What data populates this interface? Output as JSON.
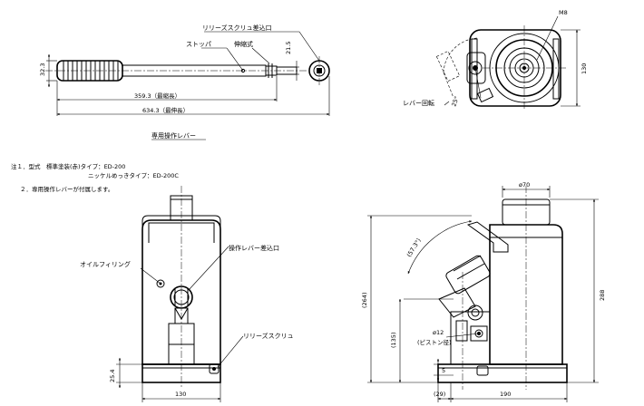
{
  "lever_view": {
    "release_screw_port": "リリーズスクリュ差込口",
    "stopper": "ストッパ",
    "telescopic": "伸縮式",
    "dim_diameter": "32.3",
    "dim_width": "21.5",
    "dim_shortest": "359.3（最縮長）",
    "dim_longest": "634.3（最伸長）",
    "caption": "専用操作レバー"
  },
  "notes": {
    "line1": "注１．型式　標準塗装(赤)タイプ：ED-200",
    "line2": "ニッケルめっきタイプ：ED-200C",
    "line3": "２．専用操作レバーが付属します。"
  },
  "top_view": {
    "thread": "M8",
    "dim_height": "130",
    "lever_rotation": "レバー回転",
    "angle": "25°"
  },
  "front_view": {
    "oil_filling": "オイルフィリング",
    "lever_port": "操作レバー差込口",
    "release_screw": "リリーズスクリュ",
    "dim_base": "25.4",
    "dim_width": "130"
  },
  "side_view": {
    "dim_saddle": "ø70",
    "dim_angle": "(57.3°)",
    "dim_total": "288",
    "dim_lift": "(264)",
    "dim_piston_height": "(135)",
    "dim_piston": "ø12",
    "piston_label": "(ピストン径)",
    "dim_five": "5",
    "dim_offset": "(29)",
    "dim_depth": "190"
  }
}
